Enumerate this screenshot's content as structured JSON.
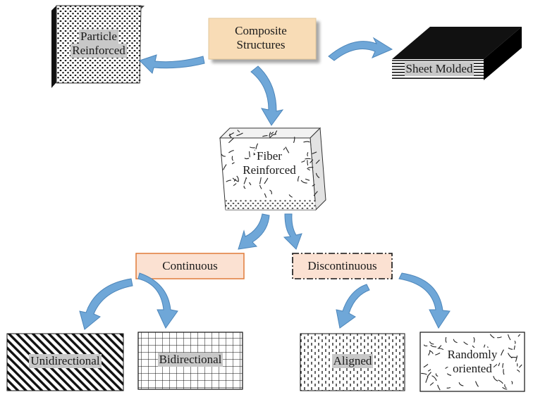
{
  "root": {
    "line1": "Composite",
    "line2": "Structures"
  },
  "particle": {
    "line1": "Particle",
    "line2": "Reinforced"
  },
  "sheet": {
    "label": "Sheet Molded"
  },
  "fiber": {
    "line1": "Fiber",
    "line2": "Reinforced"
  },
  "continuous": {
    "label": "Continuous"
  },
  "discontinuous": {
    "label": "Discontinuous"
  },
  "leaves": {
    "unidirectional": "Unidirectional",
    "bidirectional": "Bidirectional",
    "aligned": "Aligned",
    "random_line1": "Randomly",
    "random_line2": "oriented"
  },
  "colors": {
    "arrow": "#6fa7d8",
    "arrow_stroke": "#4d86ba",
    "root_fill": "#f8dcb6",
    "continuous_fill": "#fbe1d2",
    "discontinuous_fill": "#fbe1d2",
    "label_highlight": "#c8c8c8"
  }
}
